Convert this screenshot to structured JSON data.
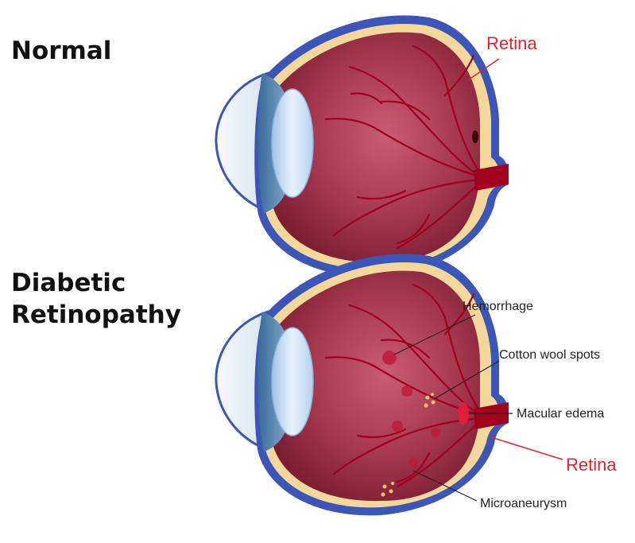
{
  "headings": {
    "normal": "Normal",
    "diabetic_line1": "Diabetic",
    "diabetic_line2": "Retinopathy"
  },
  "labels": {
    "retina_top": "Retina",
    "hemorrhage": "Hemorrhage",
    "cotton_wool": "Cotton wool spots",
    "macular_edema": "Macular edema",
    "retina_bottom": "Retina",
    "microaneurysm": "Microaneurysm"
  },
  "colors": {
    "retina_label": "#e8202a",
    "sclera_blue": "#3c56b8",
    "retina_layer": "#f4d79a",
    "eye_interior": "#a03449",
    "vessel": "#a2001c",
    "lens": "#cfe3f6",
    "cornea": "#eef3f8"
  }
}
